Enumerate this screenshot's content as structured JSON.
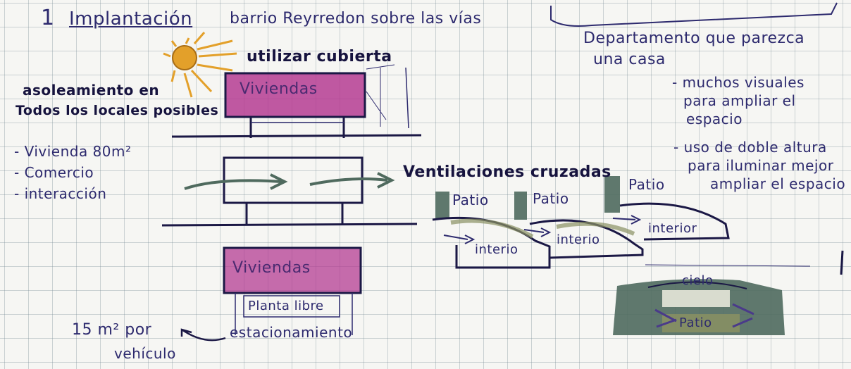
{
  "header": {
    "number": "1",
    "title": "Implantación",
    "subtitle": "barrio Reyrredon sobre las vías"
  },
  "top_right": {
    "line1": "Departamento que parezca",
    "line2": "una casa",
    "bullets": [
      [
        "- muchos visuales",
        "para ampliar el",
        "espacio"
      ],
      [
        "- uso de doble altura",
        "para iluminar mejor",
        "ampliar el espacio"
      ]
    ]
  },
  "sun_section": {
    "heading": "utilizar cubierta",
    "note_line1": "asoleamiento en",
    "note_line2": "Todos los locales posibles",
    "box_label": "Viviendas"
  },
  "program": {
    "items": [
      "- Vivienda 80m²",
      "- Comercio",
      "- interacción"
    ]
  },
  "ventilation": {
    "heading": "Ventilaciones cruzadas",
    "patio_labels": [
      "Patio",
      "Patio",
      "Patio"
    ],
    "interior_labels": [
      "interio",
      "interio",
      "interior"
    ]
  },
  "base": {
    "box_label": "Viviendas",
    "planta": "Planta libre",
    "parking": "estacionamiento",
    "ratio_line1": "15 m² por",
    "ratio_line2": "vehículo"
  },
  "courtyard": {
    "top_label": "cielo",
    "center_label": "Patio"
  },
  "colors": {
    "ink": "#2d2a6e",
    "magenta": "#b2358f",
    "sun": "#e3a02a",
    "green": "#4f6a5e",
    "olive": "#8a9163"
  }
}
